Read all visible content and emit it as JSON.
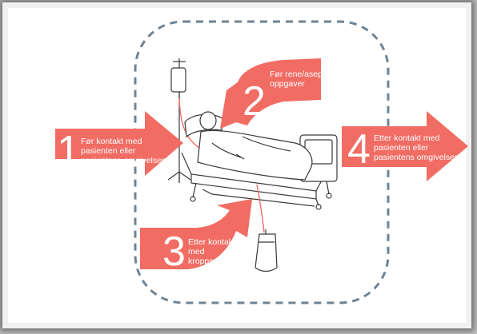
{
  "colors": {
    "arrow": "#f16c63",
    "dash": "#6f8393",
    "outline": "#3a3a3a",
    "background": "#ffffff"
  },
  "moments": [
    {
      "number": "1",
      "lines": [
        "Før kontakt med",
        "pasienten eller",
        "pasientens omgivelser"
      ]
    },
    {
      "number": "2",
      "lines": [
        "Før rene/aseptiske",
        "oppgaver"
      ]
    },
    {
      "number": "3",
      "lines": [
        "Etter kontakt",
        "med",
        "kroppsvæsker"
      ]
    },
    {
      "number": "4",
      "lines": [
        "Etter kontakt med",
        "pasienten eller",
        "pasientens omgivelser"
      ]
    }
  ],
  "illustration": {
    "icons": [
      "iv-drip-icon",
      "hospital-bed-icon",
      "patient-icon",
      "urine-bag-icon"
    ]
  }
}
